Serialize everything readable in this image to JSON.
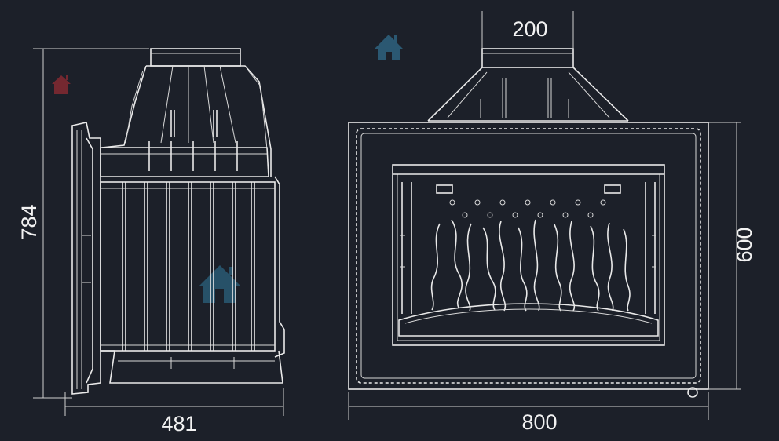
{
  "dimensions": {
    "side_width": "481",
    "side_height": "784",
    "front_width": "800",
    "front_height": "600",
    "flue_diameter": "200"
  },
  "watermark": {
    "icon": "house-icon",
    "colors": [
      "#8b2a32",
      "#2d5f7a",
      "#2a5a73"
    ]
  },
  "colors": {
    "background": "#1c2029",
    "line": "#e9e9e9"
  }
}
